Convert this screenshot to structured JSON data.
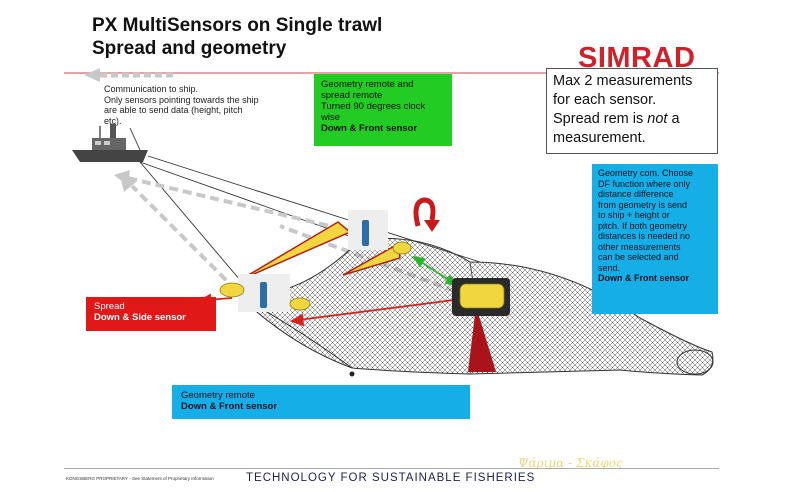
{
  "title": {
    "line1": "PX MultiSensors on Single trawl",
    "line2": "Spread and geometry"
  },
  "logo_text": "SIMRAD",
  "note": {
    "line1": "Max 2 measurements",
    "line2": "for each sensor.",
    "line3_prefix": "Spread rem is ",
    "line3_emph": "not",
    "line3_suffix": " a",
    "line4": "measurement."
  },
  "communication": {
    "line1": "Communication to ship.",
    "line2": "Only sensors pointing towards the ship",
    "line3": "are able to send data (height, pitch",
    "line4": "etc)."
  },
  "green_box": {
    "line1": "Geometry remote and",
    "line2": "spread remote",
    "line3": "Turned 90 degrees clock",
    "line4": "wise",
    "line5": "Down & Front sensor"
  },
  "blue_box_right": {
    "line1": "Geometry com. Choose",
    "line2": "DF function where only",
    "line3": "distance  difference",
    "line4": "from geometry is send",
    "line5": "to ship + height or",
    "line6": "pitch. If both  geometry",
    "line7": "distances is needed no",
    "line8": "other measurements",
    "line9": "can be selected and",
    "line10": "send.",
    "line11": "Down & Front sensor"
  },
  "red_box": {
    "line1": "Spread",
    "line2": "Down  & Side sensor"
  },
  "blue_box_bottom": {
    "line1": "Geometry remote",
    "line2": "Down & Front sensor"
  },
  "footer": {
    "main": "TECHNOLOGY FOR SUSTAINABLE FISHERIES",
    "left": "KONGSBERG PROPRIETARY - See Statement of Proprietary Information",
    "watermark": "Ψάριμα - Σκάφος"
  },
  "colors": {
    "accent_red": "#d0202a",
    "green_box": "#22cc22",
    "blue_box": "#16aee6",
    "red_box": "#e01818",
    "sensor_yellow": "#f2d640",
    "arrow_gray": "#c8c8c8"
  },
  "icons": [
    "ship-icon",
    "trawl-net-icon",
    "sensor-icon",
    "rotate-arrow-icon"
  ]
}
